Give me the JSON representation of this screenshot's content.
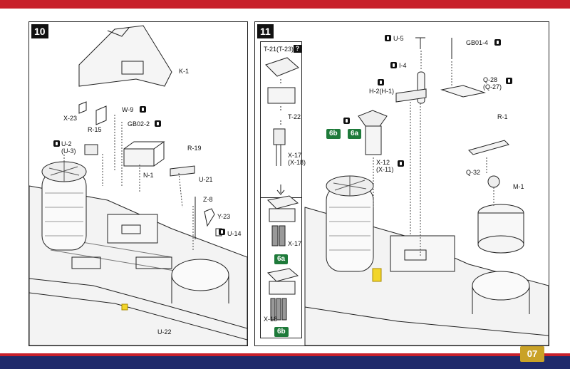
{
  "page": {
    "number": "07"
  },
  "step10": {
    "number": "10",
    "labels": {
      "k1": "K-1",
      "w9": "W-9",
      "x23": "X-23",
      "r15": "R-15",
      "gb02": "GB02-2",
      "u2": "U-2\n(U-3)",
      "n1": "N-1",
      "r19": "R-19",
      "u21": "U-21",
      "z8": "Z-8",
      "y23": "Y-23",
      "u14": "U-14",
      "u22": "U-22"
    }
  },
  "step11": {
    "number": "11",
    "labels": {
      "t21": "T-21(T-23)",
      "t22": "T-22",
      "x17a": "X-17\n(X-18)",
      "x17b": "X-17",
      "x18": "X-18",
      "u5": "U-5",
      "i4": "I-4",
      "h2": "H-2(H-1)",
      "gb01": "GB01-4",
      "q28": "Q-28\n(Q-27)",
      "r1": "R-1",
      "x12": "X-12\n(X-11)",
      "q32": "Q-32",
      "m1": "M-1"
    },
    "badges": {
      "b6a": "6a",
      "b6b": "6b",
      "b6b6a_b": "6b",
      "b6b6a_a": "6a"
    },
    "question": "?"
  }
}
